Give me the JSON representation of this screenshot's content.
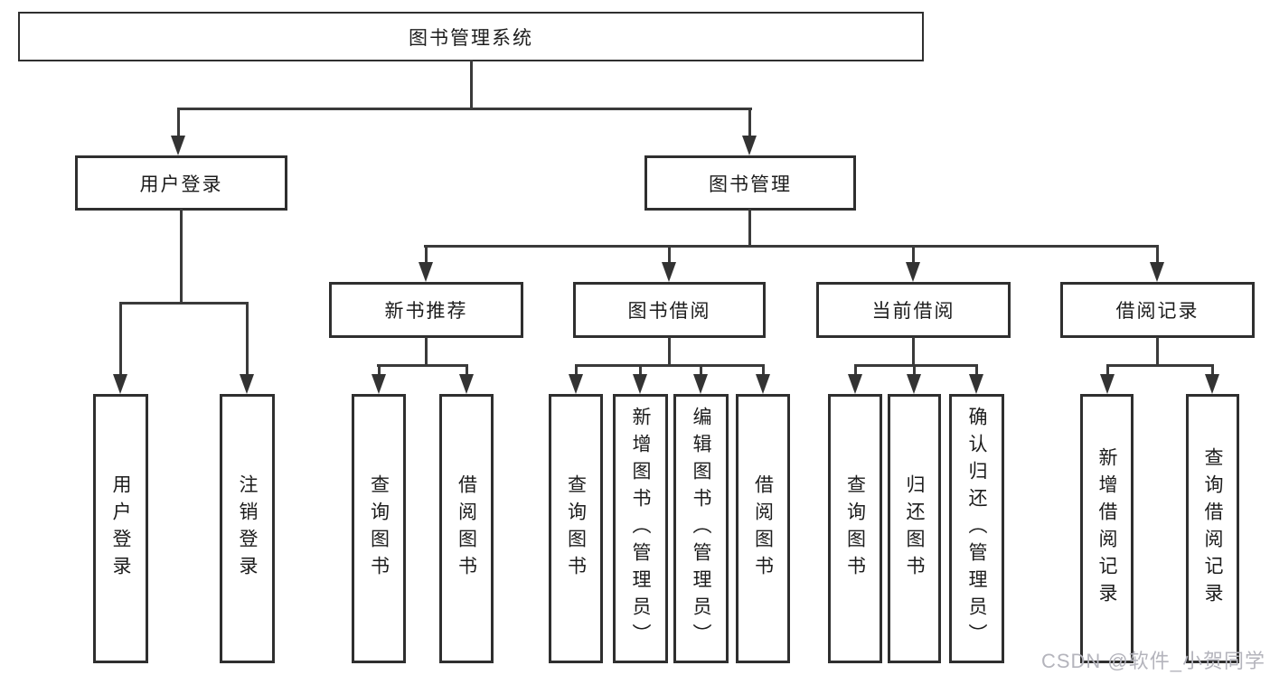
{
  "diagram": {
    "type": "org-tree",
    "title": "图书管理系统",
    "tree": {
      "label": "图书管理系统",
      "children": [
        {
          "label": "用户登录",
          "children": [
            {
              "label": "用户登录"
            },
            {
              "label": "注销登录"
            }
          ]
        },
        {
          "label": "图书管理",
          "children": [
            {
              "label": "新书推荐",
              "children": [
                {
                  "label": "查询图书"
                },
                {
                  "label": "借阅图书"
                }
              ]
            },
            {
              "label": "图书借阅",
              "children": [
                {
                  "label": "查询图书"
                },
                {
                  "label": "新增图书（管理员）"
                },
                {
                  "label": "编辑图书（管理员）"
                },
                {
                  "label": "借阅图书"
                }
              ]
            },
            {
              "label": "当前借阅",
              "children": [
                {
                  "label": "查询图书"
                },
                {
                  "label": "归还图书"
                },
                {
                  "label": "确认归还（管理员）"
                }
              ]
            },
            {
              "label": "借阅记录",
              "children": [
                {
                  "label": "新增借阅记录"
                },
                {
                  "label": "查询借阅记录"
                }
              ]
            }
          ]
        }
      ]
    },
    "watermark": "CSDN @软件_小贺同学",
    "colors": {
      "line": "#3a3a3a",
      "border": "#2f2f2f",
      "text": "#1c1c1c",
      "watermark": "#b4b4bc",
      "background": "#ffffff"
    }
  }
}
